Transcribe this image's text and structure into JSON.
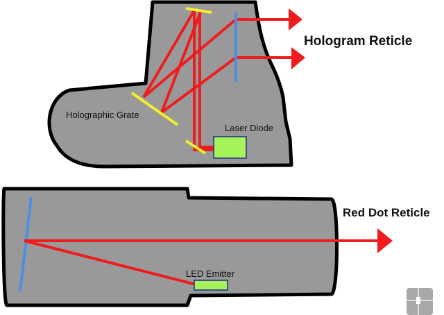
{
  "labels": {
    "hologram_reticle": "Hologram Reticle",
    "holographic_grate": "Holographic Grate",
    "laser_diode": "Laser Diode",
    "red_dot_reticle": "Red Dot Reticle",
    "led_emitter": "LED Emitter"
  },
  "colors": {
    "housing": "#999999",
    "outline": "#000000",
    "beam": "#ee1c1c",
    "mirror": "#f5ee2a",
    "reticle_glass": "#4a90e2",
    "emitter": "#a6f25a",
    "emitter_border": "#1d2b8c"
  }
}
